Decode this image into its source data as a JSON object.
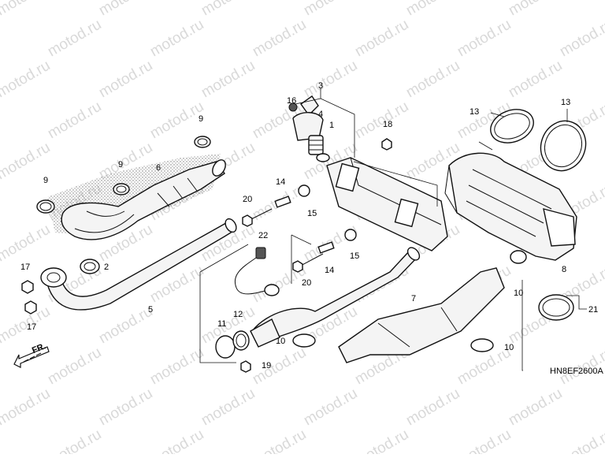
{
  "watermark": "motod.ru",
  "diagram_code": "HN8EF2600A",
  "direction_label": "FR.",
  "callouts": [
    "1",
    "2",
    "3",
    "4",
    "5",
    "6",
    "7",
    "8",
    "9",
    "10",
    "11",
    "12",
    "13",
    "14",
    "15",
    "16",
    "17",
    "18",
    "19",
    "20",
    "21",
    "22"
  ]
}
